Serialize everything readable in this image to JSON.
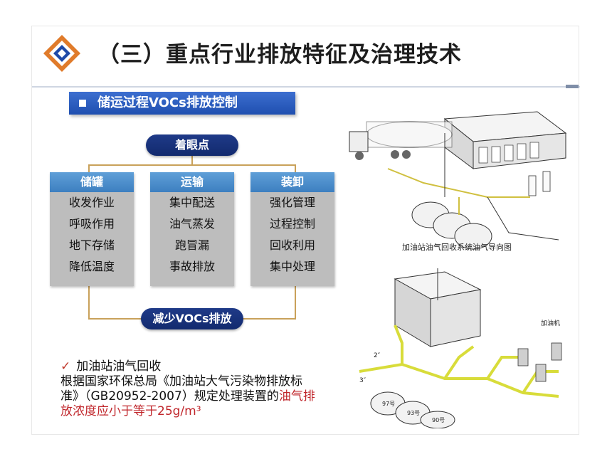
{
  "slide": {
    "title": "（三）重点行业排放特征及治理技术",
    "subtitle": "储运过程VOCs排放控制"
  },
  "diagram": {
    "top_label": "着眼点",
    "bottom_label": "减少VOCs排放",
    "columns": [
      {
        "header": "储罐",
        "items": [
          "收发作业",
          "呼吸作用",
          "地下存储",
          "降低温度"
        ]
      },
      {
        "header": "运输",
        "items": [
          "集中配送",
          "油气蒸发",
          "跑冒漏",
          "事故排放"
        ]
      },
      {
        "header": "装卸",
        "items": [
          "强化管理",
          "过程控制",
          "回收利用",
          "集中处理"
        ]
      }
    ]
  },
  "note": {
    "check_mark": "✓",
    "heading": "加油站油气回收",
    "line1": "根据国家环保总局《加油站大气污染物排放标",
    "line2_plain": "准》（GB20952-2007）规定处理装置的",
    "line2_red": "油气排",
    "line3_red": "放浓度应小于等于25g/m³"
  },
  "illustration": {
    "caption": "加油站油气回收系统油气导向图",
    "tank_labels": [
      "97号",
      "93号",
      "90号"
    ],
    "bottom_labels": [
      "加油机",
      "2″",
      "3″"
    ]
  },
  "colors": {
    "banner_blue": "#2a5cc0",
    "pill_navy": "#1a3480",
    "column_head": "#4f8fcc",
    "column_body": "#bdbdbd",
    "connector": "#c9a15a",
    "emphasis_red": "#c0262b",
    "pipe_yellow": "#d8dc3a"
  }
}
